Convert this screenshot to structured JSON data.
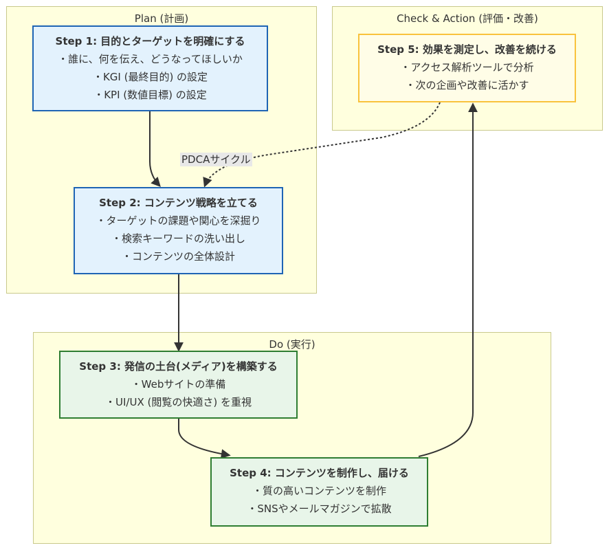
{
  "clusters": {
    "plan": "Plan (計画)",
    "check": "Check & Action (評価・改善)",
    "do": "Do (実行)"
  },
  "nodes": {
    "step1": {
      "title": "Step 1: 目的とターゲットを明確にする",
      "lines": [
        "・誰に、何を伝え、どうなってほしいか",
        "・KGI (最終目的) の設定",
        "・KPI (数値目標) の設定"
      ]
    },
    "step2": {
      "title": "Step 2: コンテンツ戦略を立てる",
      "lines": [
        "・ターゲットの課題や関心を深掘り",
        "・検索キーワードの洗い出し",
        "・コンテンツの全体設計"
      ]
    },
    "step3": {
      "title": "Step 3: 発信の土台(メディア)を構築する",
      "lines": [
        "・Webサイトの準備",
        "・UI/UX (閲覧の快適さ) を重視"
      ]
    },
    "step4": {
      "title": "Step 4: コンテンツを制作し、届ける",
      "lines": [
        "・質の高いコンテンツを制作",
        "・SNSやメールマガジンで拡散"
      ]
    },
    "step5": {
      "title": "Step 5: 効果を測定し、改善を続ける",
      "lines": [
        "・アクセス解析ツールで分析",
        "・次の企画や改善に活かす"
      ]
    }
  },
  "edge_label": "PDCAサイクル",
  "colors": {
    "cluster_fill": "#ffffde",
    "cluster_border": "#c9c98c",
    "plan_node": "#e3f2fd",
    "plan_border": "#1e64b4",
    "do_node": "#e8f5e9",
    "do_border": "#2e7d32",
    "check_node": "#fffde7",
    "check_border": "#f9c23c",
    "edge": "#333333"
  }
}
